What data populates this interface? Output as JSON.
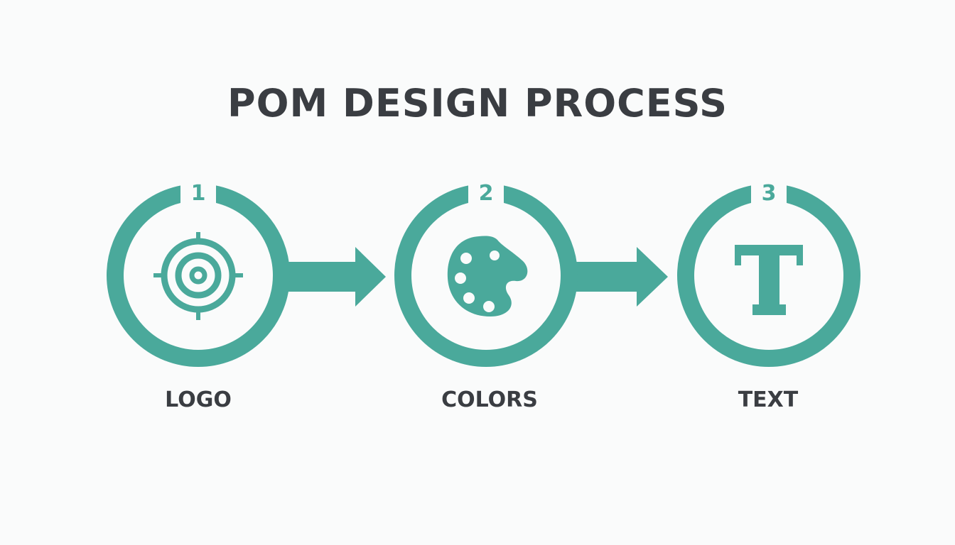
{
  "title": "POM DESIGN PROCESS",
  "colors": {
    "accent": "#4aa99b",
    "text": "#3a3d42",
    "background": "#fafbfb"
  },
  "steps": [
    {
      "number": "1",
      "label": "LOGO",
      "icon": "target-icon"
    },
    {
      "number": "2",
      "label": "COLORS",
      "icon": "palette-icon"
    },
    {
      "number": "3",
      "label": "TEXT",
      "icon": "serif-letter-t-icon"
    }
  ]
}
